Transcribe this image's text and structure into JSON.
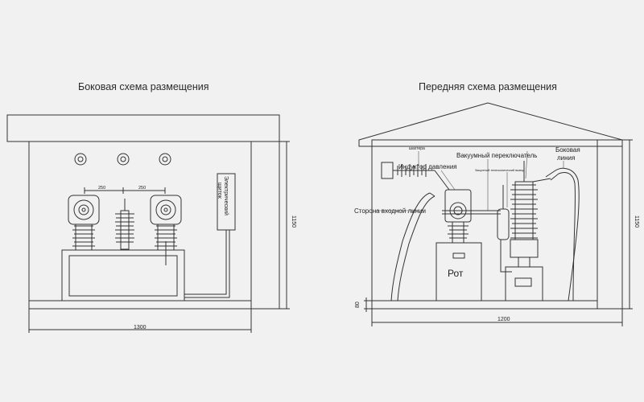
{
  "titles": {
    "side": "Боковая схема размещения",
    "front": "Передняя схема размещения"
  },
  "side_view": {
    "dim_spacing_left": "250",
    "dim_spacing_right": "250",
    "panel_label_line1": "Электрический",
    "panel_label_line2": "щиток",
    "dim_height": "1150",
    "dim_width": "1300"
  },
  "front_view": {
    "label_arrester": "шахтера",
    "label_transformer": "Индуктор давления",
    "label_vacuum": "Вакуумный переключатель",
    "label_fuse": "Защитный телескопический вывод",
    "label_side_line_1": "Боковая",
    "label_side_line_2": "линия",
    "label_incoming": "Сторона входной линии",
    "label_cabinet": "Рот",
    "dim_height": "1150",
    "dim_base": "80",
    "dim_width": "1200"
  },
  "colors": {
    "line": "#333333",
    "background": "#f1f1f1"
  }
}
